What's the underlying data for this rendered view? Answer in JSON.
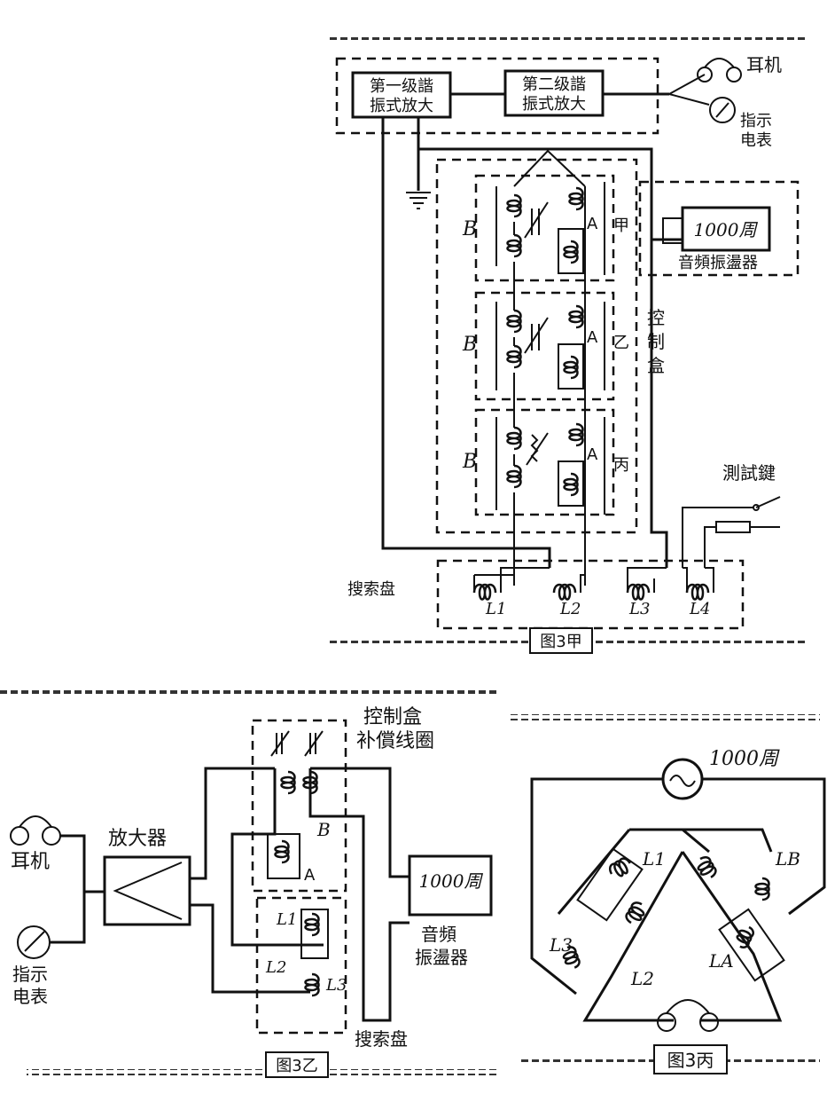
{
  "figure_a": {
    "caption": "图3甲",
    "amp1_line1": "第一级諧",
    "amp1_line2": "振式放大",
    "amp2_line1": "第二级諧",
    "amp2_line2": "振式放大",
    "earphone": "耳机",
    "meter_line1": "指示",
    "meter_line2": "电表",
    "osc_freq": "1000周",
    "osc_name": "音頻振盪器",
    "control_box_1": "控",
    "control_box_2": "制",
    "control_box_3": "盒",
    "coil_a": "A",
    "coil_b": "B",
    "stage_1": "甲",
    "stage_2": "乙",
    "stage_3": "丙",
    "test_key": "測試鍵",
    "search_disk": "搜索盘",
    "l1": "L1",
    "l2": "L2",
    "l3": "L3",
    "l4": "L4"
  },
  "figure_b": {
    "caption": "图3乙",
    "earphone": "耳机",
    "meter_line1": "指示",
    "meter_line2": "电表",
    "amplifier": "放大器",
    "control_box": "控制盒",
    "comp_coil": "补償线圈",
    "coil_a": "A",
    "coil_b": "B",
    "osc_freq": "1000周",
    "osc_line1": "音頻",
    "osc_line2": "振盪器",
    "search_disk": "搜索盘",
    "l1": "L1",
    "l2": "L2",
    "l3": "L3"
  },
  "figure_c": {
    "caption": "图3丙",
    "osc_freq": "1000周",
    "l1": "L1",
    "lb": "LB",
    "l3": "L3",
    "la": "LA",
    "l2": "L2"
  }
}
